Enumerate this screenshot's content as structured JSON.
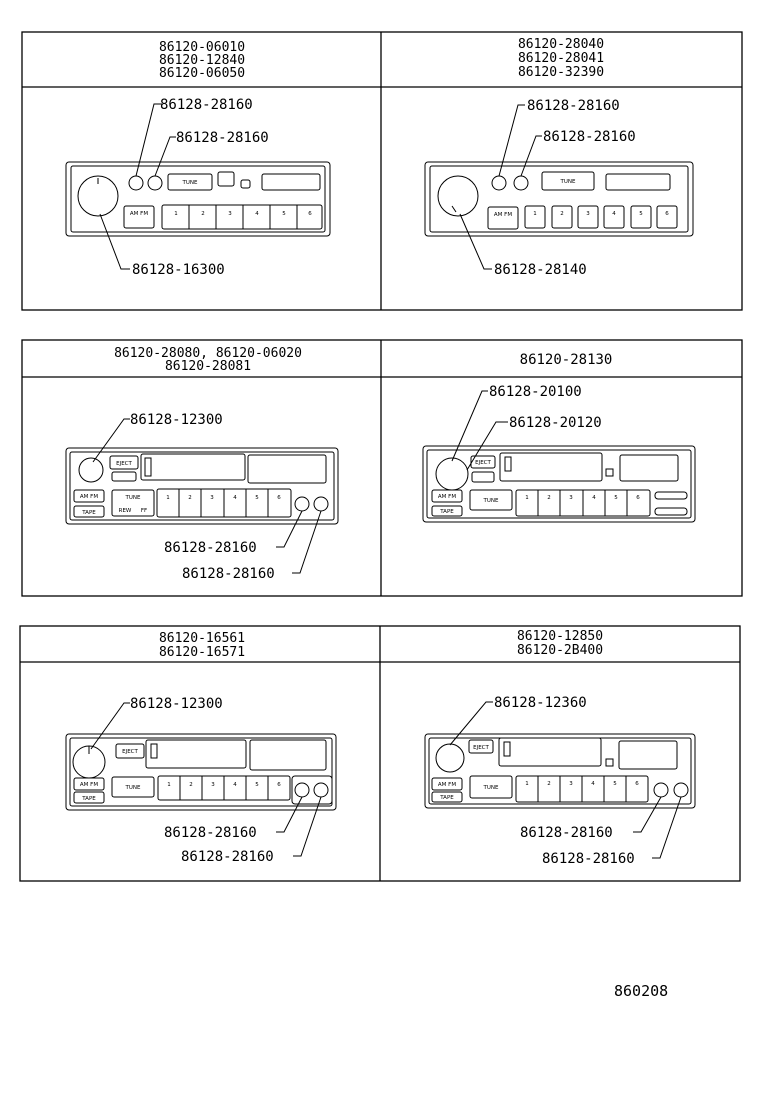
{
  "panels": [
    {
      "header": [
        "86120-06010",
        "86120-12840",
        "86120-06050"
      ],
      "callouts": [
        "86128-28160",
        "86128-28160",
        "86128-16300"
      ],
      "unit_labels": [
        "TUNE",
        "AM FM",
        "1",
        "2",
        "3",
        "4",
        "5",
        "6"
      ]
    },
    {
      "header": [
        "86120-28040",
        "86120-28041",
        "86120-32390"
      ],
      "callouts": [
        "86128-28160",
        "86128-28160",
        "86128-28140"
      ],
      "unit_labels": [
        "TUNE",
        "AM FM",
        "1",
        "2",
        "3",
        "4",
        "5",
        "6"
      ]
    },
    {
      "header": [
        "86120-28080, 86120-06020",
        "86120-28081"
      ],
      "callouts": [
        "86128-12300",
        "86128-28160",
        "86128-28160"
      ],
      "unit_labels": [
        "EJECT",
        "AM FM",
        "TAPE",
        "TUNE",
        "REW",
        "FF",
        "1",
        "2",
        "3",
        "4",
        "5",
        "6"
      ]
    },
    {
      "header": [
        "86120-28130"
      ],
      "callouts": [
        "86128-20100",
        "86128-20120"
      ],
      "unit_labels": [
        "EJECT",
        "AM FM",
        "TAPE",
        "TUNE",
        "1",
        "2",
        "3",
        "4",
        "5",
        "6"
      ]
    },
    {
      "header": [
        "86120-16561",
        "86120-16571"
      ],
      "callouts": [
        "86128-12300",
        "86128-28160",
        "86128-28160"
      ],
      "unit_labels": [
        "EJECT",
        "AM FM",
        "TAPE",
        "TUNE",
        "1",
        "2",
        "3",
        "4",
        "5",
        "6"
      ]
    },
    {
      "header": [
        "86120-12850",
        "86120-2B400"
      ],
      "callouts": [
        "86128-12360",
        "86128-28160",
        "86128-28160"
      ],
      "unit_labels": [
        "EJECT",
        "AM FM",
        "TAPE",
        "TUNE",
        "1",
        "2",
        "3",
        "4",
        "5",
        "6"
      ]
    }
  ],
  "footer_ref": "860208"
}
